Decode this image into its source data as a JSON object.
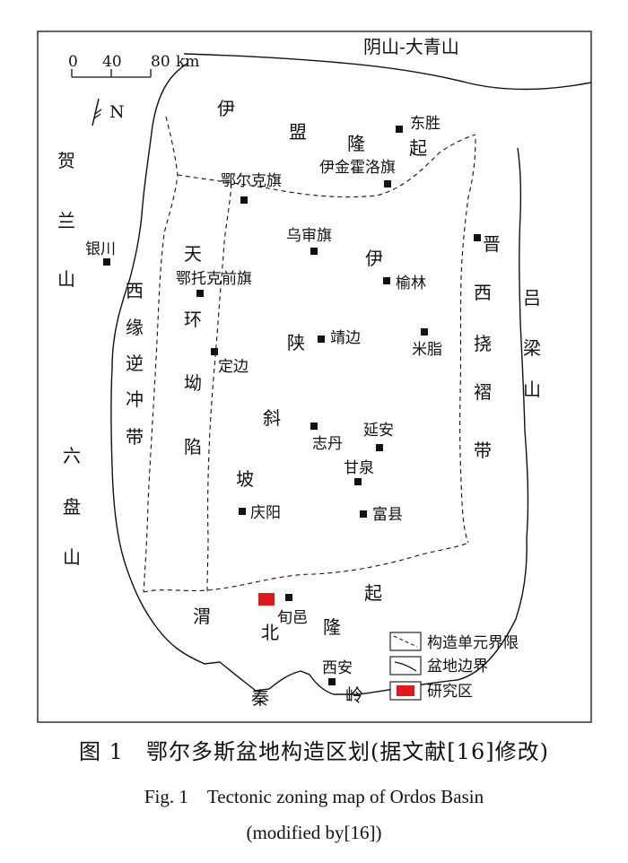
{
  "scale": {
    "ticks": [
      "0",
      "40",
      "80"
    ],
    "unit": "km"
  },
  "north": "N",
  "legend": {
    "boundary_unit": "构造单元界限",
    "basin_edge": "盆地边界",
    "study_area": "研究区"
  },
  "colors": {
    "study_area": "#e0191b",
    "line": "#111111"
  },
  "regions": {
    "yinshan": "阴山-大青山",
    "helan": [
      "贺",
      "兰",
      "山"
    ],
    "liupan": [
      "六",
      "盘",
      "山"
    ],
    "luliang": [
      "吕",
      "梁",
      "山"
    ],
    "yimeng": [
      "伊",
      "盟",
      "隆",
      "起"
    ],
    "xiyuan": [
      "西",
      "缘",
      "逆",
      "冲",
      "带"
    ],
    "tianhuan": [
      "天",
      "环",
      "坳",
      "陷"
    ],
    "yishan": [
      "伊",
      "陕",
      "斜",
      "坡"
    ],
    "jinxi": [
      "晋",
      "西",
      "挠",
      "褶",
      "带"
    ],
    "weibei": [
      "渭",
      "北",
      "隆",
      "起"
    ],
    "qinling": [
      "秦",
      "岭"
    ]
  },
  "cities": {
    "dongsheng": "东胜",
    "yijinhuoluo": "伊金霍洛旗",
    "eerkeqi": "鄂尔克旗",
    "wushen": "乌审旗",
    "yinchuan": "银川",
    "etuokeqian": "鄂托克前旗",
    "yulin": "榆林",
    "jingbian": "靖边",
    "mizhi": "米脂",
    "dingbian": "定边",
    "zhidan": "志丹",
    "yanan": "延安",
    "ganquan": "甘泉",
    "qingyang": "庆阳",
    "fuxian": "富县",
    "xunyi": "旬邑",
    "xian": "西安"
  },
  "caption": {
    "zh": "图 1　鄂尔多斯盆地构造区划(据文献[16]修改)",
    "en": "Fig. 1　Tectonic zoning map of Ordos Basin",
    "en2": "(modified by[16])"
  }
}
